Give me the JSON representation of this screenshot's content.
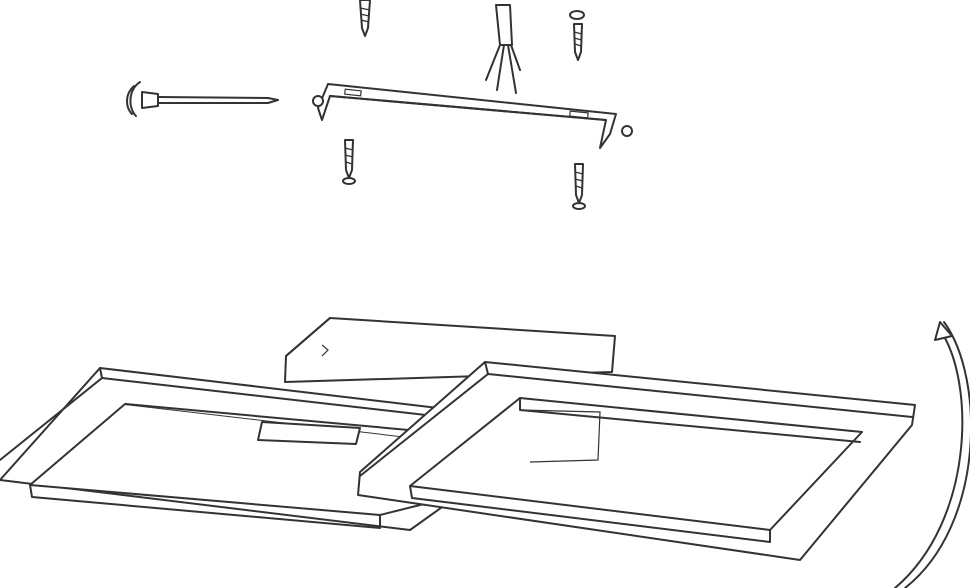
{
  "diagram": {
    "kind": "ceiling-lamp-installation",
    "parts": [
      "screw",
      "washer",
      "mains-wires",
      "mounting-bracket",
      "wall-anchor",
      "lamp-canopy",
      "frame-left",
      "frame-right",
      "rotation-arrow"
    ],
    "colors": {
      "line": "#333333",
      "background": "#ffffff"
    }
  }
}
